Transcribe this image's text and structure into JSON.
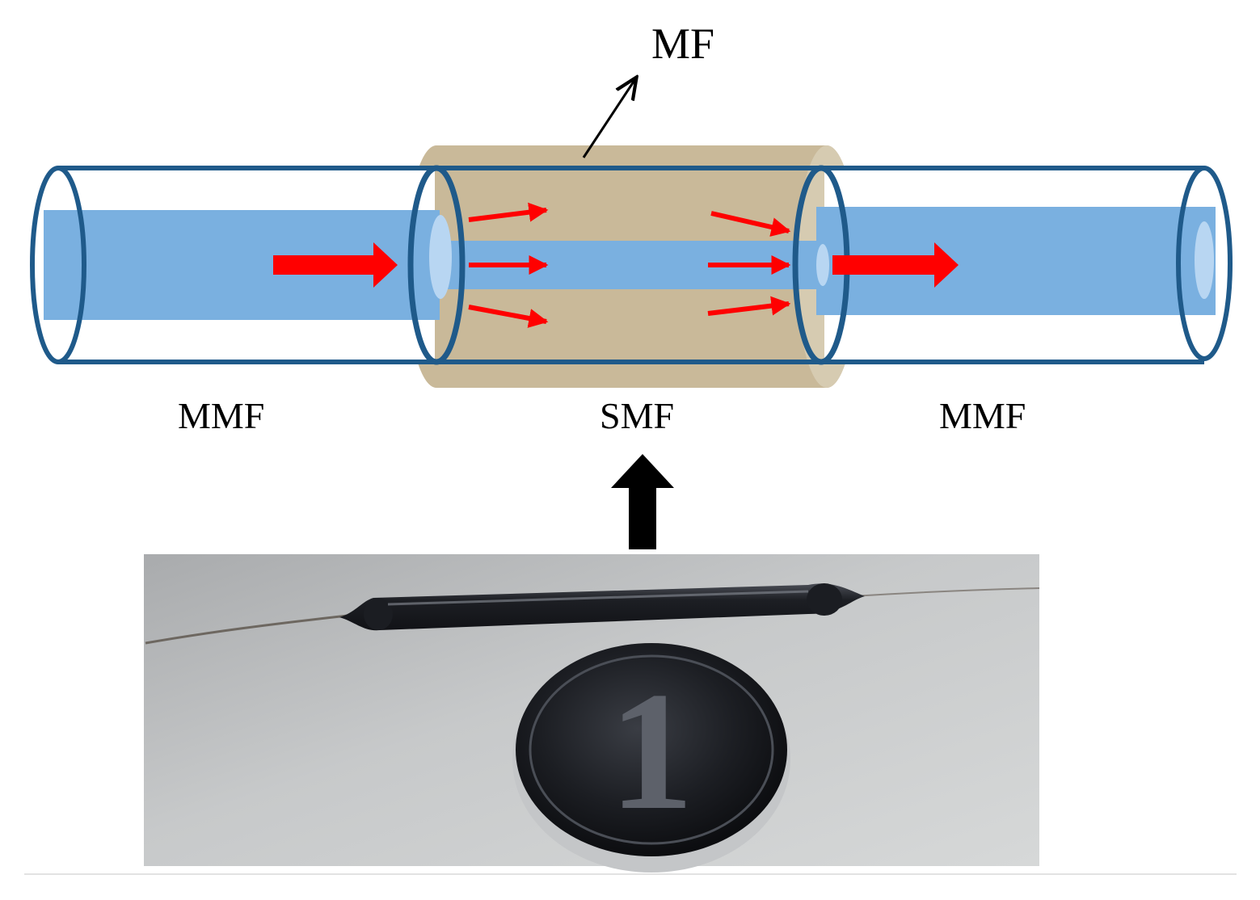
{
  "labels": {
    "mf": "MF",
    "mmf_left": "MMF",
    "smf": "SMF",
    "mmf_right": "MMF"
  },
  "photo": {
    "coin_text": "1"
  },
  "colors": {
    "fiber_outline": "#1f5a8a",
    "core": "#7ab0e0",
    "cladding_sleeve": "#c9b999",
    "light_arrow": "#ff0000",
    "pointer_arrow": "#000000"
  }
}
